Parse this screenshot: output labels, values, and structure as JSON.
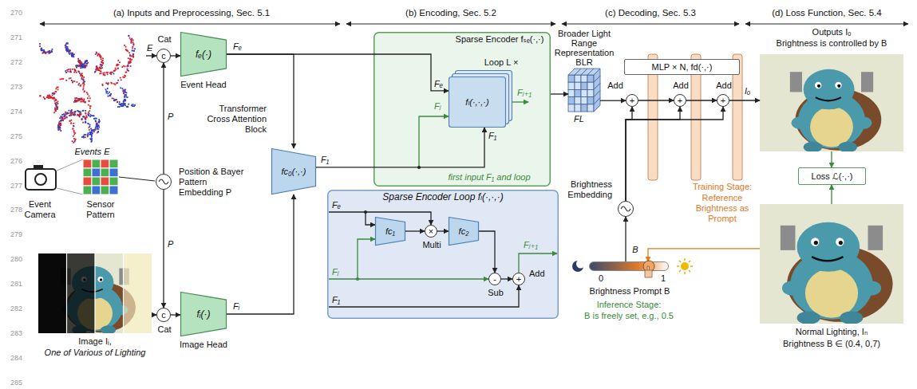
{
  "diagram": {
    "nodes": [
      {
        "text": [
          "Events E"
        ]
      },
      {
        "text": [
          "Cat",
          "c"
        ]
      },
      {
        "text": [
          "Position & Bayer Pattern Embedding P"
        ]
      },
      {
        "text": [
          "Image Iᵢ,",
          "One of Various of Lighting"
        ]
      },
      {
        "text": [
          "c",
          "Cat"
        ]
      },
      {
        "text": [
          "fₑ(·)",
          "Event Head"
        ]
      },
      {
        "text": [
          "fᵢ(·)",
          "Image Head"
        ]
      },
      {
        "text": [
          "Transformer Cross Attention Block",
          "fc₀(·,·)"
        ]
      },
      {
        "text": [
          "Sparse Encoder fₛₑ(·,·)",
          "Loop L ×",
          "first input F₁ and loop"
        ]
      },
      {
        "text": [
          "fₗ(·,·,·)"
        ],
        "in": 8
      },
      {
        "text": [
          "Sparse Encoder Loop fₗ(·,·,·)"
        ]
      },
      {
        "text": [
          "fc₁"
        ],
        "in": 10
      },
      {
        "text": [
          "×",
          "Multi"
        ],
        "in": 10
      },
      {
        "text": [
          "fc₂"
        ],
        "in": 10
      },
      {
        "text": [
          "-",
          "Sub"
        ],
        "in": 10
      },
      {
        "text": [
          "+",
          "Add"
        ],
        "in": 10
      },
      {
        "text": [
          "Broader Light Range Representation BLR"
        ]
      },
      {
        "text": [
          "Add",
          "+"
        ]
      },
      {
        "text": [
          "Add",
          "+"
        ]
      },
      {
        "text": [
          "Add",
          "+"
        ]
      },
      {
        "text": [
          "MLP × N, fd(·,·)"
        ]
      },
      {
        "text": [
          "Brightness Embedding"
        ]
      },
      {
        "text": [
          "B",
          "0",
          "1",
          "Brightness Prompt B"
        ]
      },
      {
        "text": [
          "Outputs Iₒ",
          "Brightness is controlled by B"
        ]
      },
      {
        "text": [
          "Loss ℒ(·,·)"
        ]
      },
      {
        "text": [
          "Normal Lighting, Iₙ",
          "Brightness B ∈ (0.4, 0,7)"
        ]
      }
    ],
    "edges": [
      {
        "from": 0,
        "to": 1,
        "arrow": "to",
        "label": "E"
      },
      {
        "from": 2,
        "to": 1,
        "arrow": "to",
        "label": "P"
      },
      {
        "from": 2,
        "to": 4,
        "arrow": "to",
        "label": "P"
      },
      {
        "from": 3,
        "to": 4,
        "arrow": "to"
      },
      {
        "from": 1,
        "to": 5,
        "arrow": "to"
      },
      {
        "from": 4,
        "to": 6,
        "arrow": "to"
      },
      {
        "from": 5,
        "to": 9,
        "arrow": "to",
        "label": "Fₑ"
      },
      {
        "from": 5,
        "to": 7,
        "arrow": "to"
      },
      {
        "from": 6,
        "to": 7,
        "arrow": "to",
        "label": "Fᵢ"
      },
      {
        "from": 7,
        "to": 9,
        "arrow": "to",
        "label": "F₁"
      },
      {
        "from": 8,
        "to": 16,
        "arrow": "to"
      },
      {
        "from": 16,
        "to": 17,
        "arrow": "to"
      },
      {
        "from": 17,
        "to": 18,
        "arrow": "to"
      },
      {
        "from": 18,
        "to": 19,
        "arrow": "to"
      },
      {
        "from": 19,
        "to": 23,
        "arrow": "to",
        "label": "Iₒ"
      },
      {
        "from": 22,
        "to": 21,
        "arrow": "to"
      },
      {
        "from": 21,
        "to": 17,
        "arrow": "to"
      },
      {
        "from": 21,
        "to": 18,
        "arrow": "to"
      },
      {
        "from": 21,
        "to": 19,
        "arrow": "to"
      },
      {
        "from": 23,
        "to": 24,
        "arrow": "to"
      },
      {
        "from": 25,
        "to": 24,
        "arrow": "to"
      },
      {
        "from": 25,
        "to": 22,
        "arrow": "to"
      },
      {
        "from": 11,
        "to": 12,
        "arrow": "to"
      },
      {
        "from": 12,
        "to": 13,
        "arrow": "to"
      },
      {
        "from": 13,
        "to": 14,
        "arrow": "to"
      },
      {
        "from": 14,
        "to": 15,
        "arrow": "to"
      }
    ],
    "labels": [
      "270",
      "271",
      "272",
      "273",
      "274",
      "275",
      "276",
      "277",
      "278",
      "279",
      "280",
      "281",
      "282",
      "283",
      "284",
      "285",
      "(a) Inputs and Preprocessing, Sec. 5.1",
      "(b) Encoding, Sec. 5.2",
      "(c) Decoding, Sec. 5.3",
      "(d) Loss Function, Sec. 5.4",
      "Event Camera",
      "Sensor Pattern",
      "Fₑ",
      "Fⱼ",
      "Fⱼ₊₁",
      "F₁",
      "Fₑ",
      "Fⱼ",
      "F₁",
      "Fⱼ₊₁",
      "FL",
      "Training Stage:",
      "Reference Brightness as Prompt",
      "Inference Stage:",
      "B is freely set, e.g., 0.5"
    ]
  }
}
